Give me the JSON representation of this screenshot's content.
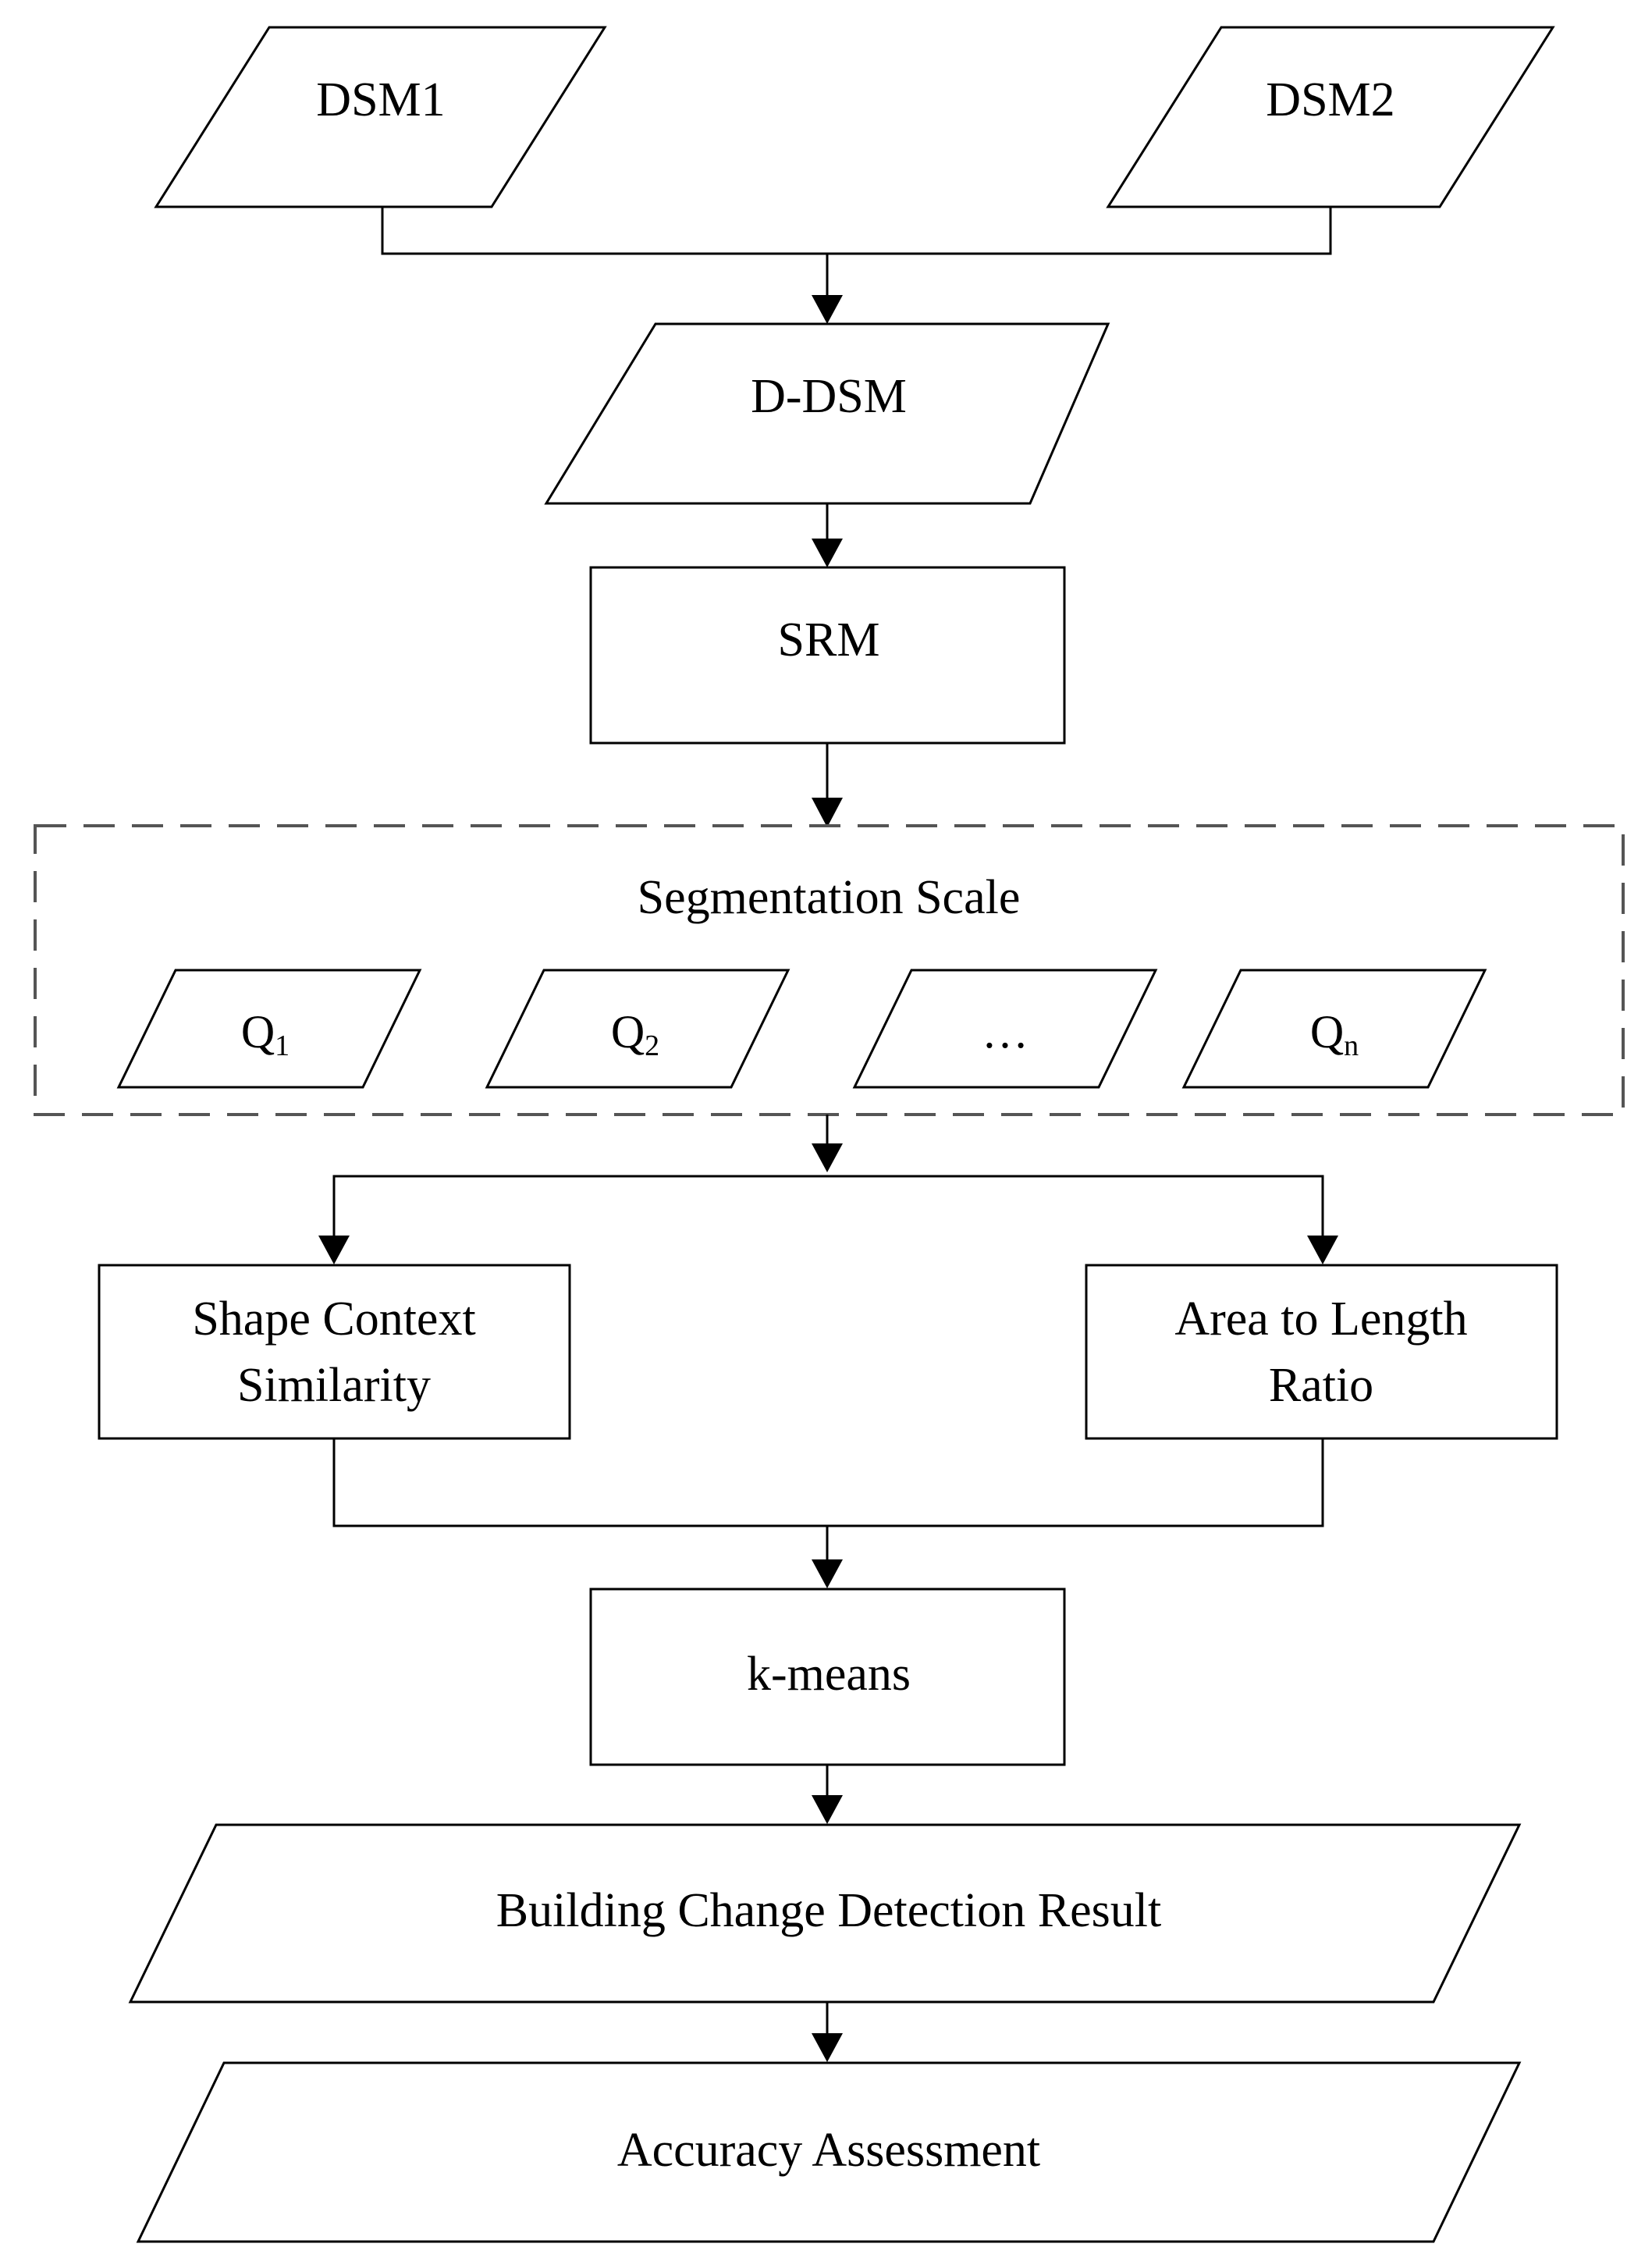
{
  "nodes": {
    "dsm1": "DSM1",
    "dsm2": "DSM2",
    "ddsm": "D-DSM",
    "srm": "SRM",
    "segmentation_title": "Segmentation Scale",
    "q1_base": "Q",
    "q1_sub": "1",
    "q2_base": "Q",
    "q2_sub": "2",
    "q_ellipsis": "…",
    "qn_base": "Q",
    "qn_sub": "n",
    "shape_context_line1": "Shape Context",
    "shape_context_line2": "Similarity",
    "area_ratio_line1": "Area to Length",
    "area_ratio_line2": "Ratio",
    "kmeans": "k-means",
    "result": "Building Change Detection Result",
    "accuracy": "Accuracy Assessment"
  },
  "colors": {
    "stroke": "#000000",
    "dash_border": "#555555",
    "background": "#ffffff"
  }
}
